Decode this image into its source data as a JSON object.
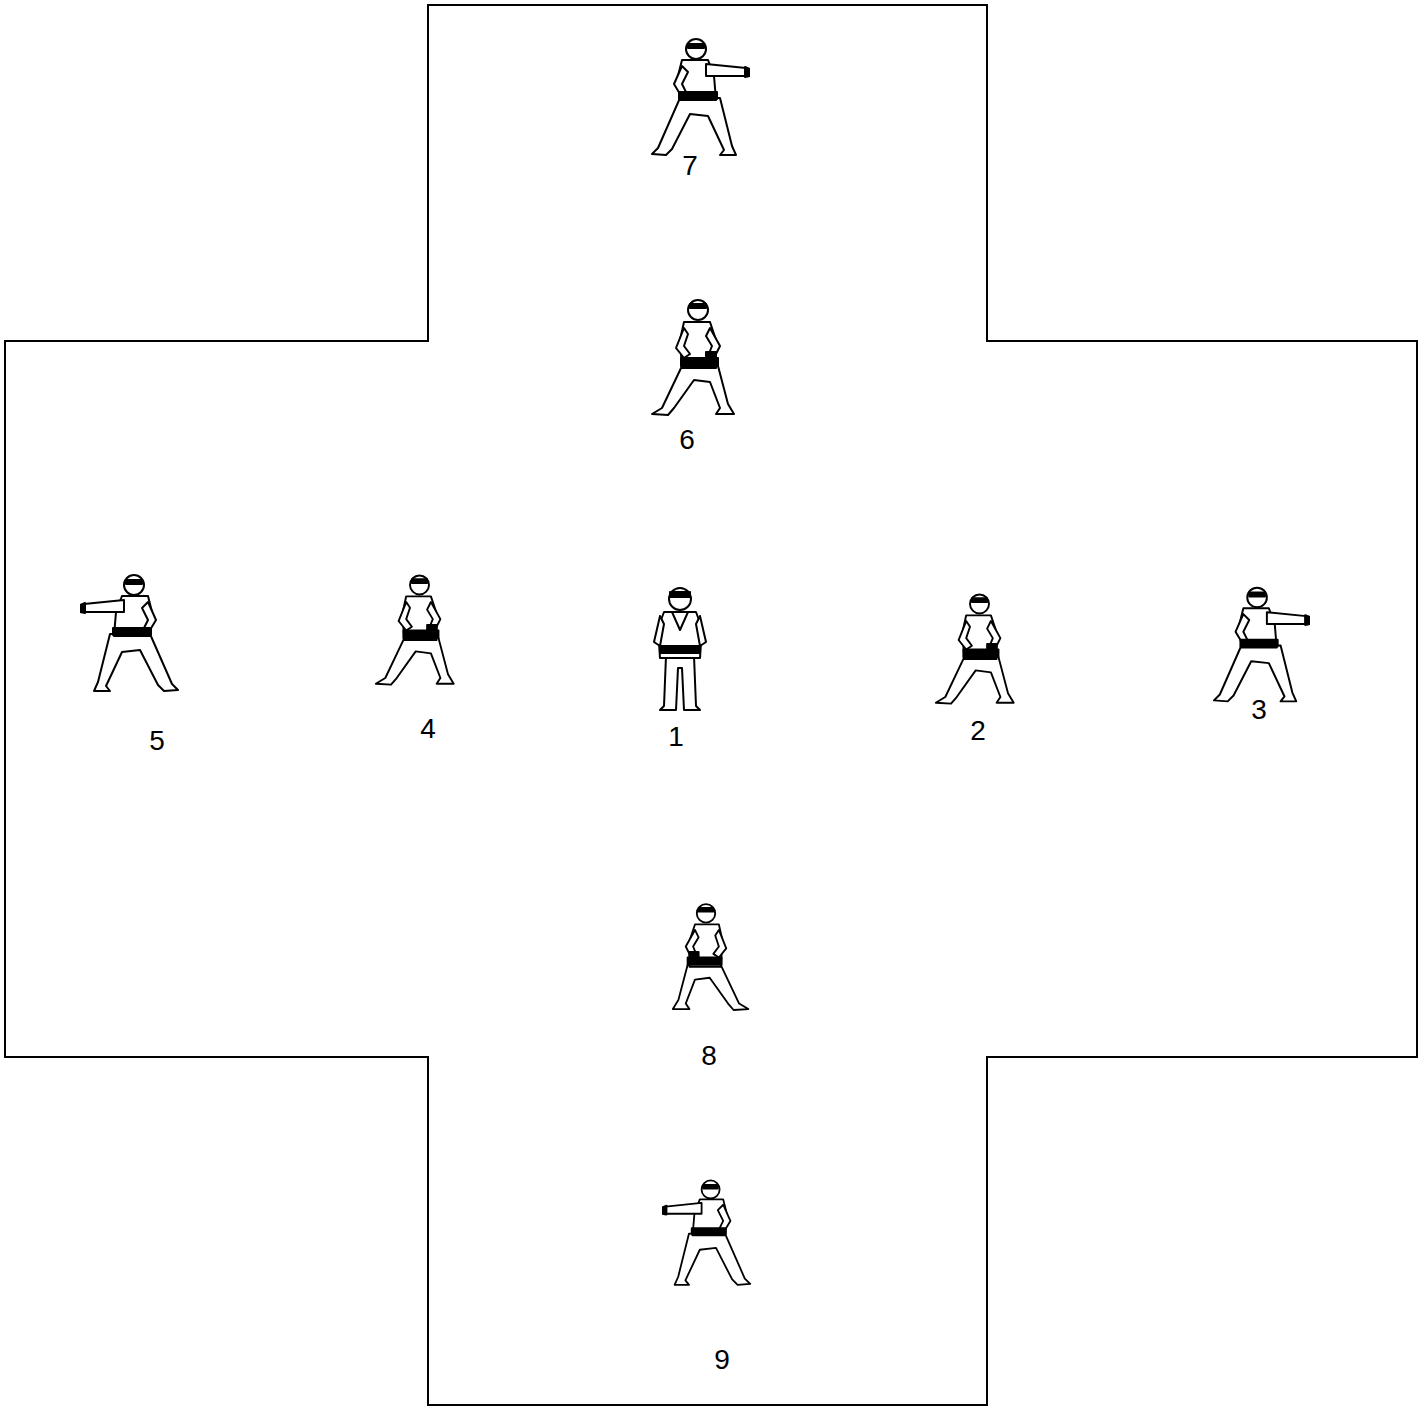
{
  "diagram": {
    "labels": [
      "7",
      "6",
      "5",
      "4",
      "1",
      "2",
      "3",
      "8",
      "9"
    ]
  }
}
